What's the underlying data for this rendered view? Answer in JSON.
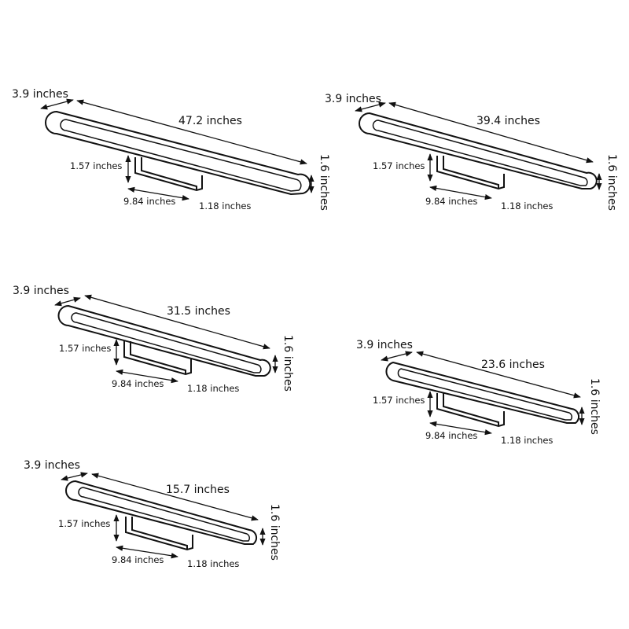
{
  "colors": {
    "line": "#111111",
    "background": "#ffffff"
  },
  "figures": [
    {
      "width_label": "3.9 inches",
      "length_label": "47.2 inches",
      "height_label": "1.6 inches",
      "base_height_label": "1.57 inches",
      "base_length_label": "9.84 inches",
      "base_depth_label": "1.18 inches"
    },
    {
      "width_label": "3.9 inches",
      "length_label": "39.4 inches",
      "height_label": "1.6 inches",
      "base_height_label": "1.57 inches",
      "base_length_label": "9.84 inches",
      "base_depth_label": "1.18 inches"
    },
    {
      "width_label": "3.9 inches",
      "length_label": "31.5 inches",
      "height_label": "1.6 inches",
      "base_height_label": "1.57 inches",
      "base_length_label": "9.84 inches",
      "base_depth_label": "1.18 inches"
    },
    {
      "width_label": "3.9 inches",
      "length_label": "23.6 inches",
      "height_label": "1.6 inches",
      "base_height_label": "1.57 inches",
      "base_length_label": "9.84 inches",
      "base_depth_label": "1.18 inches"
    },
    {
      "width_label": "3.9 inches",
      "length_label": "15.7 inches",
      "height_label": "1.6 inches",
      "base_height_label": "1.57 inches",
      "base_length_label": "9.84 inches",
      "base_depth_label": "1.18 inches"
    }
  ]
}
